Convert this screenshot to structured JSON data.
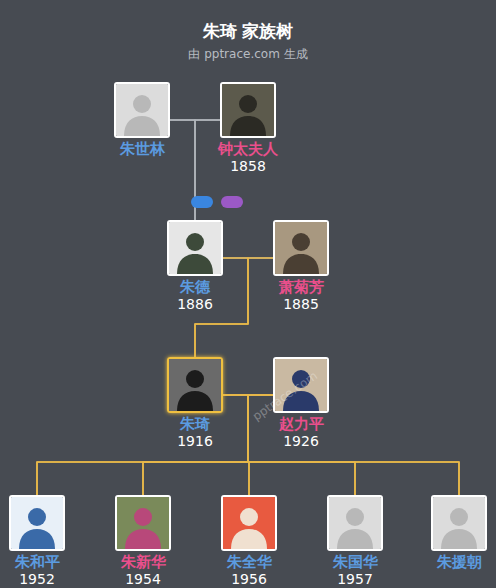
{
  "diagram": {
    "title": "朱琦 家族树",
    "caption": "由 pptrace.com 生成",
    "nodes": [
      {
        "text": [
          "朱世林"
        ]
      },
      {
        "text": [
          "钟太夫人",
          "1858"
        ]
      },
      {
        "text": [
          "朱德",
          "1886"
        ]
      },
      {
        "text": [
          "萧菊芳",
          "1885"
        ]
      },
      {
        "text": [
          "朱琦",
          "1916"
        ]
      },
      {
        "text": [
          "赵力平",
          "1926"
        ]
      },
      {
        "text": [
          "朱和平",
          "1952"
        ]
      },
      {
        "text": [
          "朱新华",
          "1954"
        ]
      },
      {
        "text": [
          "朱全华",
          "1956"
        ]
      },
      {
        "text": [
          "朱国华",
          "1957"
        ]
      },
      {
        "text": [
          "朱援朝"
        ]
      }
    ],
    "edges": [
      {
        "from": 0,
        "to": 1,
        "arrow": "none"
      },
      {
        "from": 0,
        "to": 2,
        "arrow": "none"
      },
      {
        "from": 1,
        "to": 2,
        "arrow": "none"
      },
      {
        "from": 2,
        "to": 3,
        "arrow": "none"
      },
      {
        "from": 2,
        "to": 4,
        "arrow": "none"
      },
      {
        "from": 3,
        "to": 4,
        "arrow": "none"
      },
      {
        "from": 4,
        "to": 5,
        "arrow": "none"
      },
      {
        "from": 4,
        "to": 6,
        "arrow": "none"
      },
      {
        "from": 4,
        "to": 7,
        "arrow": "none"
      },
      {
        "from": 4,
        "to": 8,
        "arrow": "none"
      },
      {
        "from": 4,
        "to": 9,
        "arrow": "none"
      },
      {
        "from": 4,
        "to": 10,
        "arrow": "none"
      },
      {
        "from": 5,
        "to": 6,
        "arrow": "none"
      },
      {
        "from": 5,
        "to": 7,
        "arrow": "none"
      },
      {
        "from": 5,
        "to": 8,
        "arrow": "none"
      },
      {
        "from": 5,
        "to": 9,
        "arrow": "none"
      },
      {
        "from": 5,
        "to": 10,
        "arrow": "none"
      }
    ],
    "labels": [
      "pptrace.com"
    ]
  }
}
